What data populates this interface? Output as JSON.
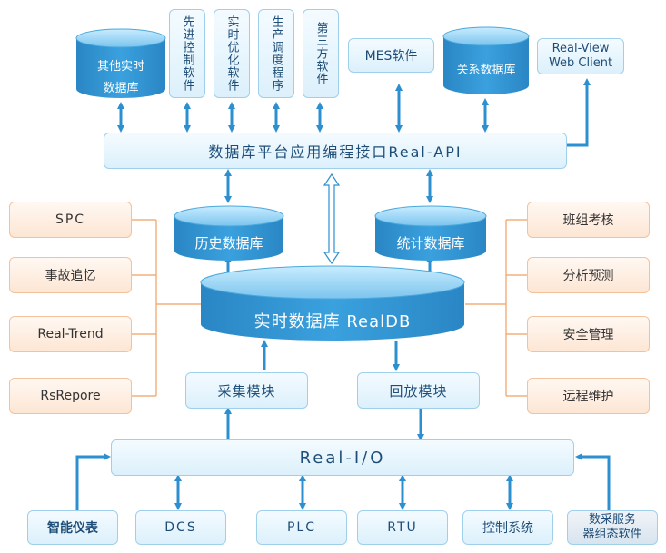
{
  "top": {
    "other_db": [
      "其他实时",
      "数据库"
    ],
    "apc": "先进控制软件",
    "rto": "实时优化软件",
    "scheduling": "生产调度程序",
    "third_party": "第三方软件",
    "mes": "MES软件",
    "relational_db": "关系数据库",
    "web_client": [
      "Real-View",
      "Web Client"
    ]
  },
  "api": "数据库平台应用编程接口Real-API",
  "history_db": "历史数据库",
  "stats_db": "统计数据库",
  "realtime_db": "实时数据库 RealDB",
  "left_apps": [
    "SPC",
    "事故追忆",
    "Real-Trend",
    "RsRepore"
  ],
  "right_apps": [
    "班组考核",
    "分析预测",
    "安全管理",
    "远程维护"
  ],
  "collect": "采集模块",
  "playback": "回放模块",
  "io": "Real-I/O",
  "bottom": {
    "smart_meter": "智能仪表",
    "dcs": "DCS",
    "plc": "PLC",
    "rtu": "RTU",
    "control": "控制系统",
    "config_sw": [
      "数采服务",
      "器组态软件"
    ]
  },
  "colors": {
    "arrow": "#2b8fd0",
    "cyl_top": "#8fd0f4",
    "cyl_body": "#2e91d0",
    "line_orange": "#f0a060"
  }
}
